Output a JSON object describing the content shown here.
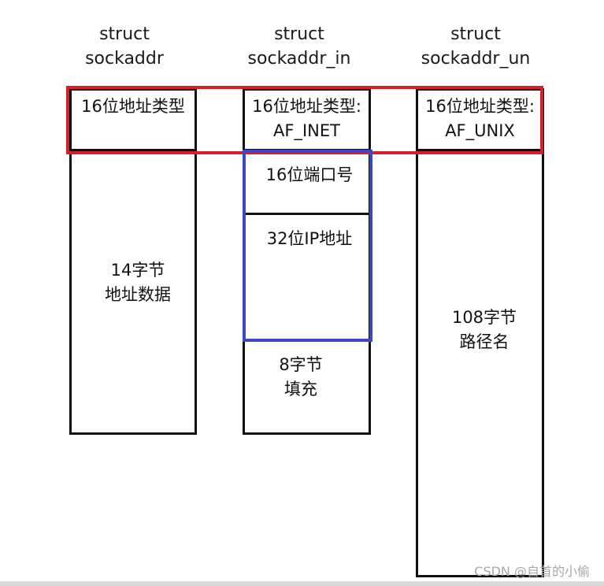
{
  "columns": {
    "sockaddr": {
      "header": [
        "struct",
        "sockaddr"
      ],
      "type_field": [
        "16位地址类型"
      ],
      "data_field": [
        "14字节",
        "地址数据"
      ]
    },
    "sockaddr_in": {
      "header": [
        "struct",
        "sockaddr_in"
      ],
      "type_field": [
        "16位地址类型:",
        "AF_INET"
      ],
      "port_field": [
        "16位端口号"
      ],
      "ip_field": [
        "32位IP地址"
      ],
      "pad_field": [
        "8字节",
        "填充"
      ]
    },
    "sockaddr_un": {
      "header": [
        "struct",
        "sockaddr_un"
      ],
      "type_field": [
        "16位地址类型:",
        "AF_UNIX"
      ],
      "path_field": [
        "108字节",
        "路径名"
      ]
    }
  },
  "highlights": {
    "type_row_color": "#d6202a",
    "ipv4_fields_color": "#3b47c8"
  },
  "watermark": "CSDN @自首的小偷"
}
